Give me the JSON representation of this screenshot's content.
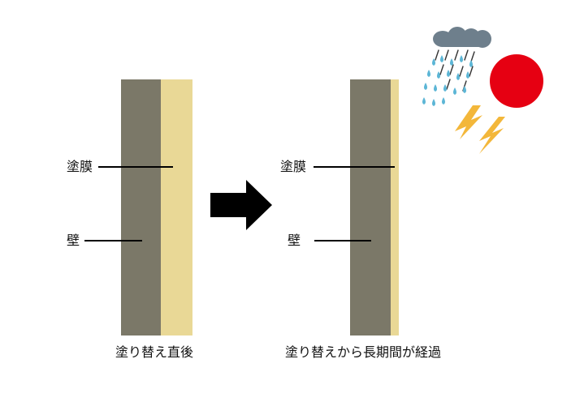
{
  "before": {
    "coating_label": "塗膜",
    "wall_label": "壁",
    "caption": "塗り替え直後"
  },
  "after": {
    "coating_label": "塗膜",
    "wall_label": "壁",
    "caption": "塗り替えから長期間が経過"
  },
  "colors": {
    "wall": "#7b7868",
    "coating": "#e9d896",
    "sun": "#e60012",
    "cloud": "#6e7f8c",
    "rain": "#5cb6d6",
    "lightning": "#f3b73a"
  },
  "icons": {
    "arrow": "right-arrow-icon",
    "weather": [
      "cloud-icon",
      "rain-icon",
      "sun-icon",
      "lightning-icon"
    ]
  }
}
